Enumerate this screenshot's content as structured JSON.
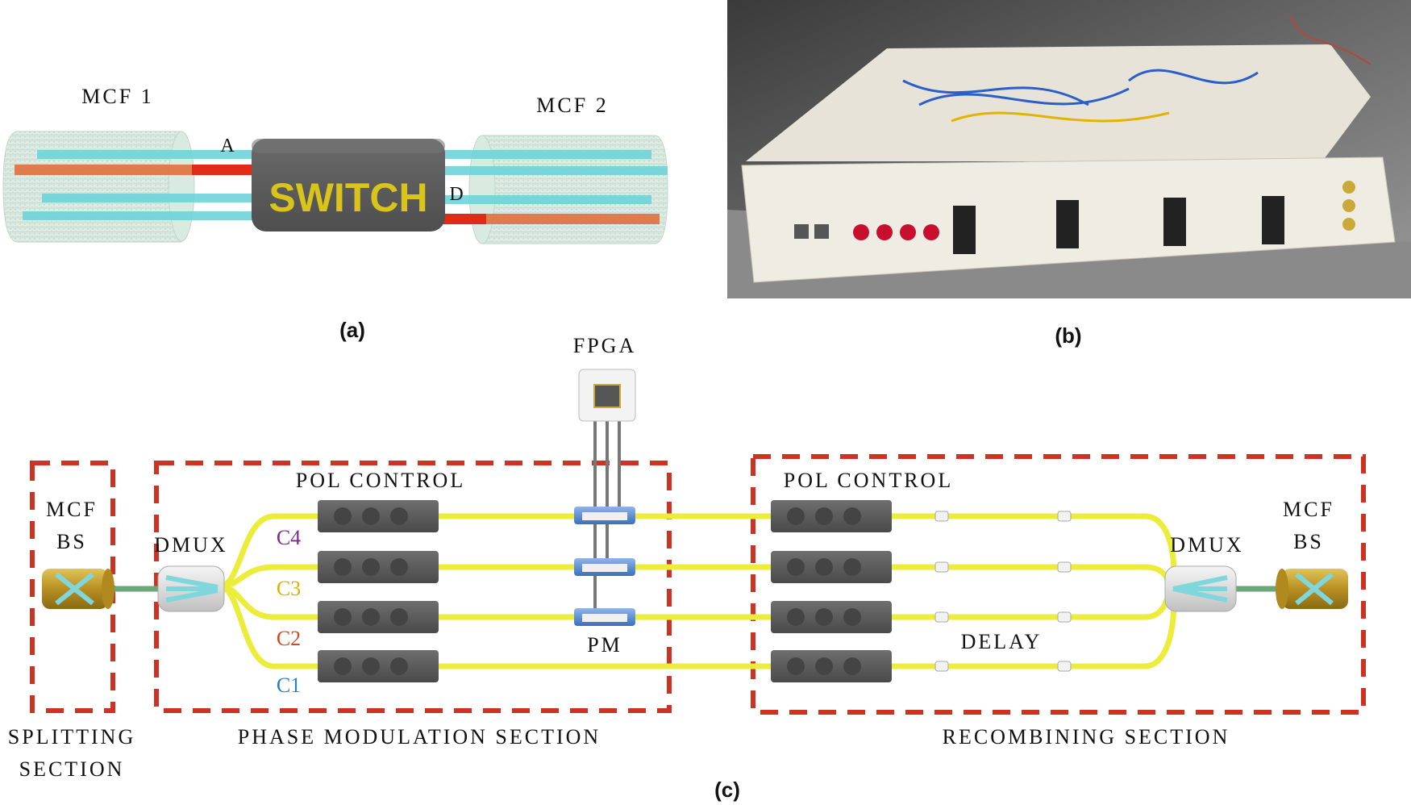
{
  "panel_a": {
    "caption": "(a)",
    "mcf1_label": "MCF 1",
    "mcf2_label": "MCF 2",
    "port_a": "A",
    "port_d": "D",
    "switch_label": "SWITCH"
  },
  "panel_b": {
    "caption": "(b)"
  },
  "panel_c": {
    "caption": "(c)",
    "fpga_label": "FPGA",
    "pol_control_left": "POL CONTROL",
    "pol_control_right": "POL CONTROL",
    "mcf_bs_left_line1": "MCF",
    "mcf_bs_left_line2": "BS",
    "mcf_bs_right_line1": "MCF",
    "mcf_bs_right_line2": "BS",
    "dmux_left": "DMUX",
    "dmux_right": "DMUX",
    "pm_label": "PM",
    "delay_label": "DELAY",
    "channels": [
      {
        "label": "C4",
        "color": "#7b2d8b"
      },
      {
        "label": "C3",
        "color": "#e0b000"
      },
      {
        "label": "C2",
        "color": "#d24a1e"
      },
      {
        "label": "C1",
        "color": "#2a7fc9"
      }
    ],
    "section_splitting_line1": "SPLITTING",
    "section_splitting_line2": "SECTION",
    "section_phase": "PHASE MODULATION SECTION",
    "section_recombining": "RECOMBINING SECTION"
  },
  "colors": {
    "fiber_yellow": "#ecec3a",
    "dash_red": "#cc3322",
    "core_cyan": "#6fd3d9",
    "core_red": "#e02a1a",
    "switch_body": "#5b5b5b",
    "switch_text": "#d8c41a",
    "bs_gold": "#c9a93a"
  }
}
